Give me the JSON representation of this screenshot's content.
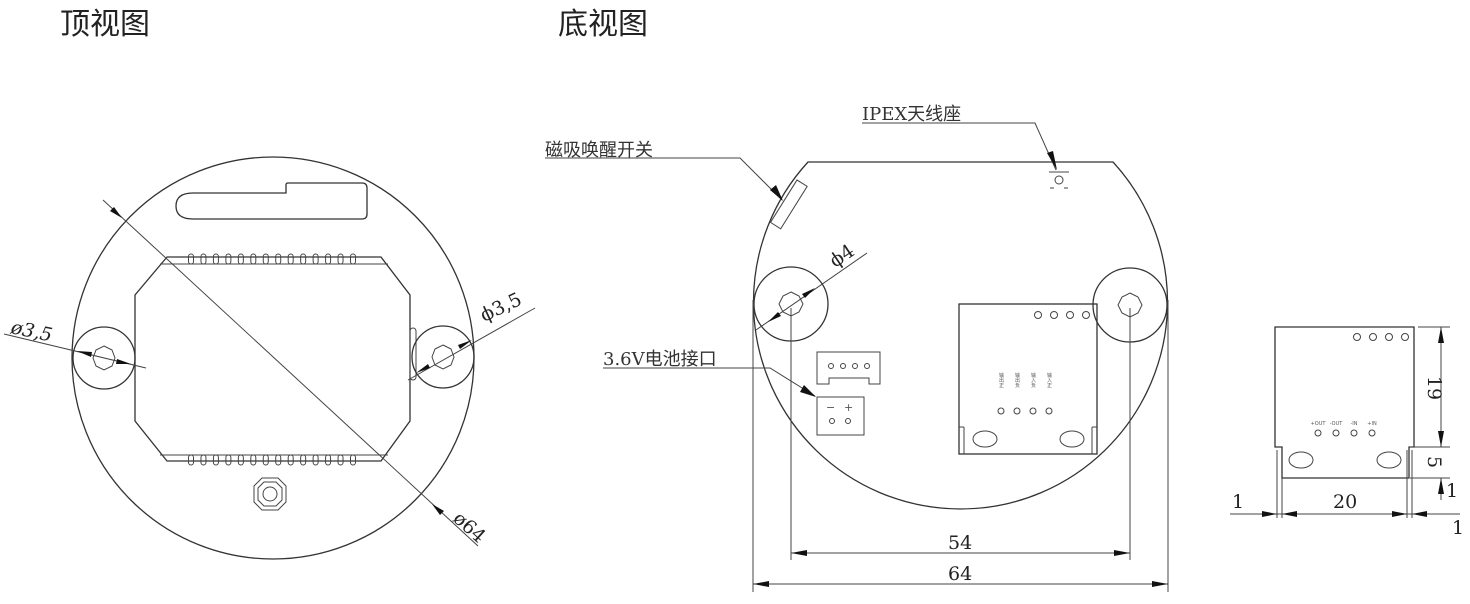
{
  "titles": {
    "top_view": "顶视图",
    "bottom_view": "底视图"
  },
  "top_view": {
    "hole_left_label": "ø3,5",
    "hole_right_label": "ϕ3,5",
    "diameter_label": "ø64",
    "pad_count_per_row": 14
  },
  "bottom_view": {
    "callout_magnetic_switch": "磁吸唤醒开关",
    "callout_ipex_antenna": "IPEX天线座",
    "callout_battery": "3.6V电池接口",
    "hole_label": "ϕ4",
    "battery_connector_marks": [
      "−",
      "+"
    ],
    "module_pin_labels": [
      "输出正",
      "输出负",
      "输入负",
      "输入正"
    ],
    "dim_hole_spacing": "54",
    "dim_diameter": "64"
  },
  "side_view": {
    "pin_labels": [
      "+OUT",
      "-OUT",
      "-IN",
      "+IN"
    ],
    "dim_height_upper": "19",
    "dim_height_lower": "5",
    "dim_width": "20",
    "dim_left_offset": "1",
    "dim_right_offset": "1",
    "dim_bottom_offset": "1"
  }
}
